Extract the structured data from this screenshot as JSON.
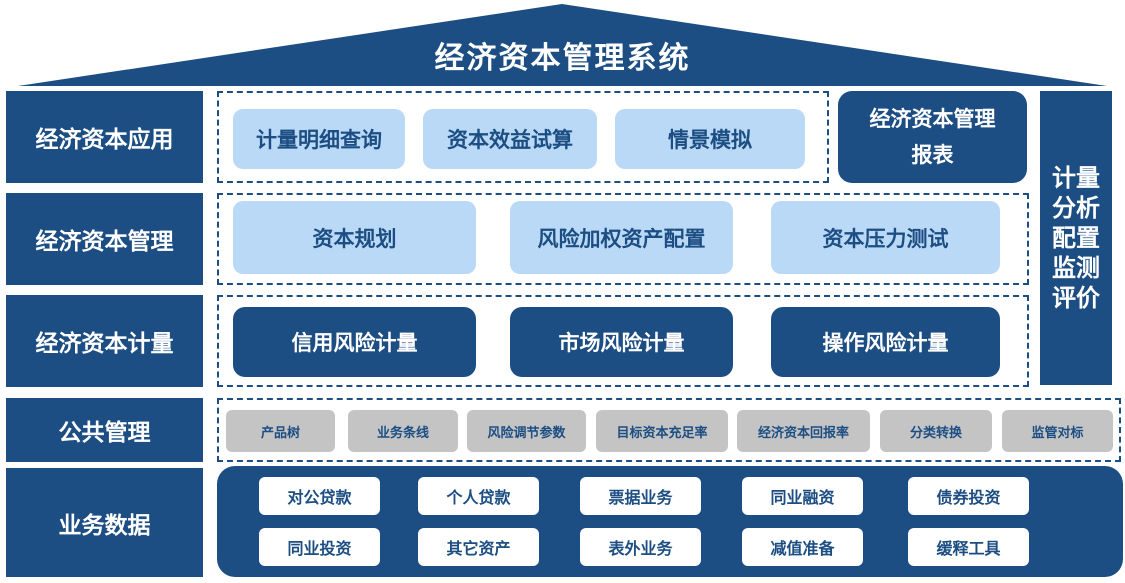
{
  "title": "经济资本管理系统",
  "rows": {
    "application": "经济资本应用",
    "management": "经济资本管理",
    "measurement": "经济资本计量",
    "public": "公共管理",
    "business": "业务数据"
  },
  "application_items": [
    "计量明细查询",
    "资本效益试算",
    "情景模拟"
  ],
  "report": {
    "line1": "经济资本管理",
    "line2": "报表"
  },
  "management_items": [
    "资本规划",
    "风险加权资产配置",
    "资本压力测试"
  ],
  "measurement_items": [
    "信用风险计量",
    "市场风险计量",
    "操作风险计量"
  ],
  "public_items": [
    "产品树",
    "业务条线",
    "风险调节参数",
    "目标资本充足率",
    "经济资本回报率",
    "分类转换",
    "监管对标"
  ],
  "business_items_row1": [
    "对公贷款",
    "个人贷款",
    "票据业务",
    "同业融资",
    "债券投资"
  ],
  "business_items_row2": [
    "同业投资",
    "其它资产",
    "表外业务",
    "减值准备",
    "缓释工具"
  ],
  "side_panel": [
    "计量",
    "分析",
    "配置",
    "监测",
    "评价"
  ],
  "colors": {
    "primary": "#1d4e83",
    "light": "#b9d9f6",
    "gray": "#c4c4c4"
  }
}
